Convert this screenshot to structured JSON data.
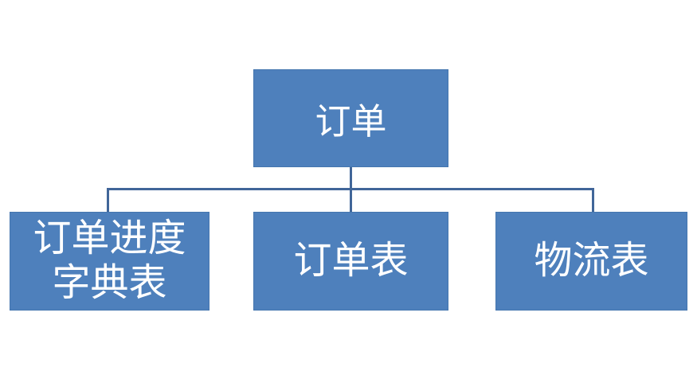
{
  "diagram": {
    "type": "hierarchy",
    "root": {
      "label": "订单"
    },
    "children": [
      {
        "label": "订单进度字典表",
        "lines": [
          "订单进度",
          "字典表"
        ]
      },
      {
        "label": "订单表",
        "lines": [
          "订单表"
        ]
      },
      {
        "label": "物流表",
        "lines": [
          "物流表"
        ]
      }
    ]
  },
  "colors": {
    "node_fill": "#4e80bc",
    "node_border": "#4576af",
    "connector": "#416699",
    "node_text": "#ffffff",
    "background": "#ffffff"
  }
}
